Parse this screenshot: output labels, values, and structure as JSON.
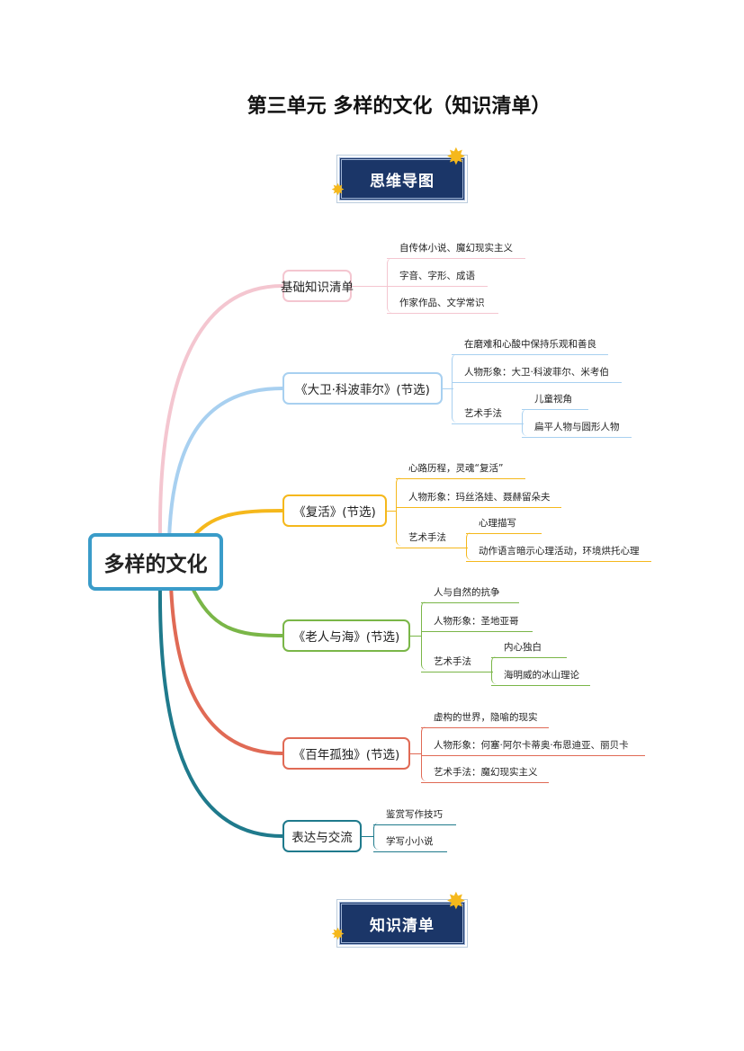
{
  "title": "第三单元  多样的文化（知识清单）",
  "banner_top": "思维导图",
  "banner_bottom": "知识清单",
  "colors": {
    "center": "#3a9cc9",
    "pink": "#f4c6d0",
    "blue": "#a8d0f0",
    "orange": "#f5b81c",
    "green": "#7ab648",
    "red": "#e06a55",
    "teal": "#1f7a8c",
    "banner": "#1b3668"
  },
  "mindmap": {
    "center": "多样的文化",
    "branches": [
      {
        "label": "基础知识清单",
        "leaves": [
          "自传体小说、魔幻现实主义",
          "字音、字形、成语",
          "作家作品、文学常识"
        ]
      },
      {
        "label": "《大卫·科波菲尔》(节选)",
        "leaves": [
          "在磨难和心酸中保持乐观和善良",
          "人物形象：大卫·科波菲尔、米考伯"
        ],
        "art": "艺术手法",
        "art_leaves": [
          "儿童视角",
          "扁平人物与圆形人物"
        ]
      },
      {
        "label": "《复活》(节选)",
        "leaves": [
          "心路历程，灵魂“复活”",
          "人物形象：玛丝洛娃、聂赫留朵夫"
        ],
        "art": "艺术手法",
        "art_leaves": [
          "心理描写",
          "动作语言暗示心理活动，环境烘托心理"
        ]
      },
      {
        "label": "《老人与海》(节选)",
        "leaves": [
          "人与自然的抗争",
          "人物形象：圣地亚哥"
        ],
        "art": "艺术手法",
        "art_leaves": [
          "内心独白",
          "海明威的冰山理论"
        ]
      },
      {
        "label": "《百年孤独》(节选)",
        "leaves": [
          "虚构的世界，隐喻的现实",
          "人物形象：何塞·阿尔卡蒂奥·布恩迪亚、丽贝卡",
          "艺术手法：魔幻现实主义"
        ]
      },
      {
        "label": "表达与交流",
        "leaves": [
          "鉴赏写作技巧",
          "学写小小说"
        ]
      }
    ]
  }
}
